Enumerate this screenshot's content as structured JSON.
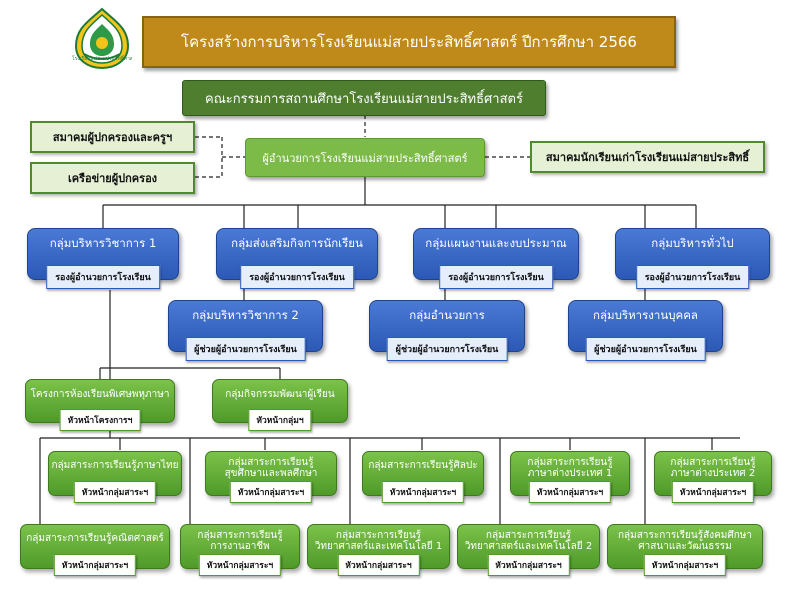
{
  "title": "โครงสร้างการบริหารโรงเรียนแม่สายประสิทธิ์ศาสตร์ ปีการศึกษา 2566",
  "logo_text": "โรงเรียนแม่สายประสิทธิ์ศาสตร์",
  "board": "คณะกรรมการสถานศึกษาโรงเรียนแม่สายประสิทธิ์ศาสตร์",
  "director": "ผู้อำนวยการโรงเรียนแม่สายประสิทธิ์ศาสตร์",
  "parents_association": "สมาคมผู้ปกครองและครูฯ",
  "parents_network": "เครือข่ายผู้ปกครอง",
  "alumni_association": "สมาคมนักเรียนเก่าโรงเรียนแม่สายประสิทธิ์",
  "groups": [
    {
      "name": "กลุ่มบริหารวิชาการ 1",
      "role": "รองผู้อำนวยการโรงเรียน"
    },
    {
      "name": "กลุ่มส่งเสริมกิจการนักเรียน",
      "role": "รองผู้อำนวยการโรงเรียน"
    },
    {
      "name": "กลุ่มแผนงานและงบประมาณ",
      "role": "รองผู้อำนวยการโรงเรียน"
    },
    {
      "name": "กลุ่มบริหารทั่วไป",
      "role": "รองผู้อำนวยการโรงเรียน"
    },
    {
      "name": "กลุ่มบริหารวิชาการ 2",
      "role": "ผู้ช่วยผู้อำนวยการโรงเรียน"
    },
    {
      "name": "กลุ่มอำนวยการ",
      "role": "ผู้ช่วยผู้อำนวยการโรงเรียน"
    },
    {
      "name": "กลุ่มบริหารงานบุคคล",
      "role": "ผู้ช่วยผู้อำนวยการโรงเรียน"
    }
  ],
  "projects": [
    {
      "name": "โครงการห้องเรียนพิเศษพหุภาษา",
      "role": "หัวหน้าโครงการฯ"
    },
    {
      "name": "กลุ่มกิจกรรมพัฒนาผู้เรียน",
      "role": "หัวหน้ากลุ่มฯ"
    }
  ],
  "subjects": [
    {
      "name": "กลุ่มสาระการเรียนรู้ภาษาไทย",
      "role": "หัวหน้ากลุ่มสาระฯ"
    },
    {
      "name": "กลุ่มสาระการเรียนรู้\nสุขศึกษาและพลศึกษา",
      "role": "หัวหน้ากลุ่มสาระฯ"
    },
    {
      "name": "กลุ่มสาระการเรียนรู้ศิลปะ",
      "role": "หัวหน้ากลุ่มสาระฯ"
    },
    {
      "name": "กลุ่มสาระการเรียนรู้\nภาษาต่างประเทศ 1",
      "role": "หัวหน้ากลุ่มสาระฯ"
    },
    {
      "name": "กลุ่มสาระการเรียนรู้\nภาษาต่างประเทศ 2",
      "role": "หัวหน้ากลุ่มสาระฯ"
    },
    {
      "name": "กลุ่มสาระการเรียนรู้คณิตศาสตร์",
      "role": "หัวหน้ากลุ่มสาระฯ"
    },
    {
      "name": "กลุ่มสาระการเรียนรู้\nการงานอาชีพ",
      "role": "หัวหน้ากลุ่มสาระฯ"
    },
    {
      "name": "กลุ่มสาระการเรียนรู้\nวิทยาศาสตร์และเทคโนโลยี 1",
      "role": "หัวหน้ากลุ่มสาระฯ"
    },
    {
      "name": "กลุ่มสาระการเรียนรู้\nวิทยาศาสตร์และเทคโนโลยี 2",
      "role": "หัวหน้ากลุ่มสาระฯ"
    },
    {
      "name": "กลุ่มสาระการเรียนรู้สังคมศึกษา\nศาสนาและวัฒนธรรม",
      "role": "หัวหน้ากลุ่มสาระฯ"
    }
  ],
  "colors": {
    "title_bg": "#c08a1a",
    "board_bg": "#4f7f2e",
    "director_bg": "#7dbb48",
    "group_blue": "#2b59b5",
    "subject_green": "#4f9a2a"
  }
}
